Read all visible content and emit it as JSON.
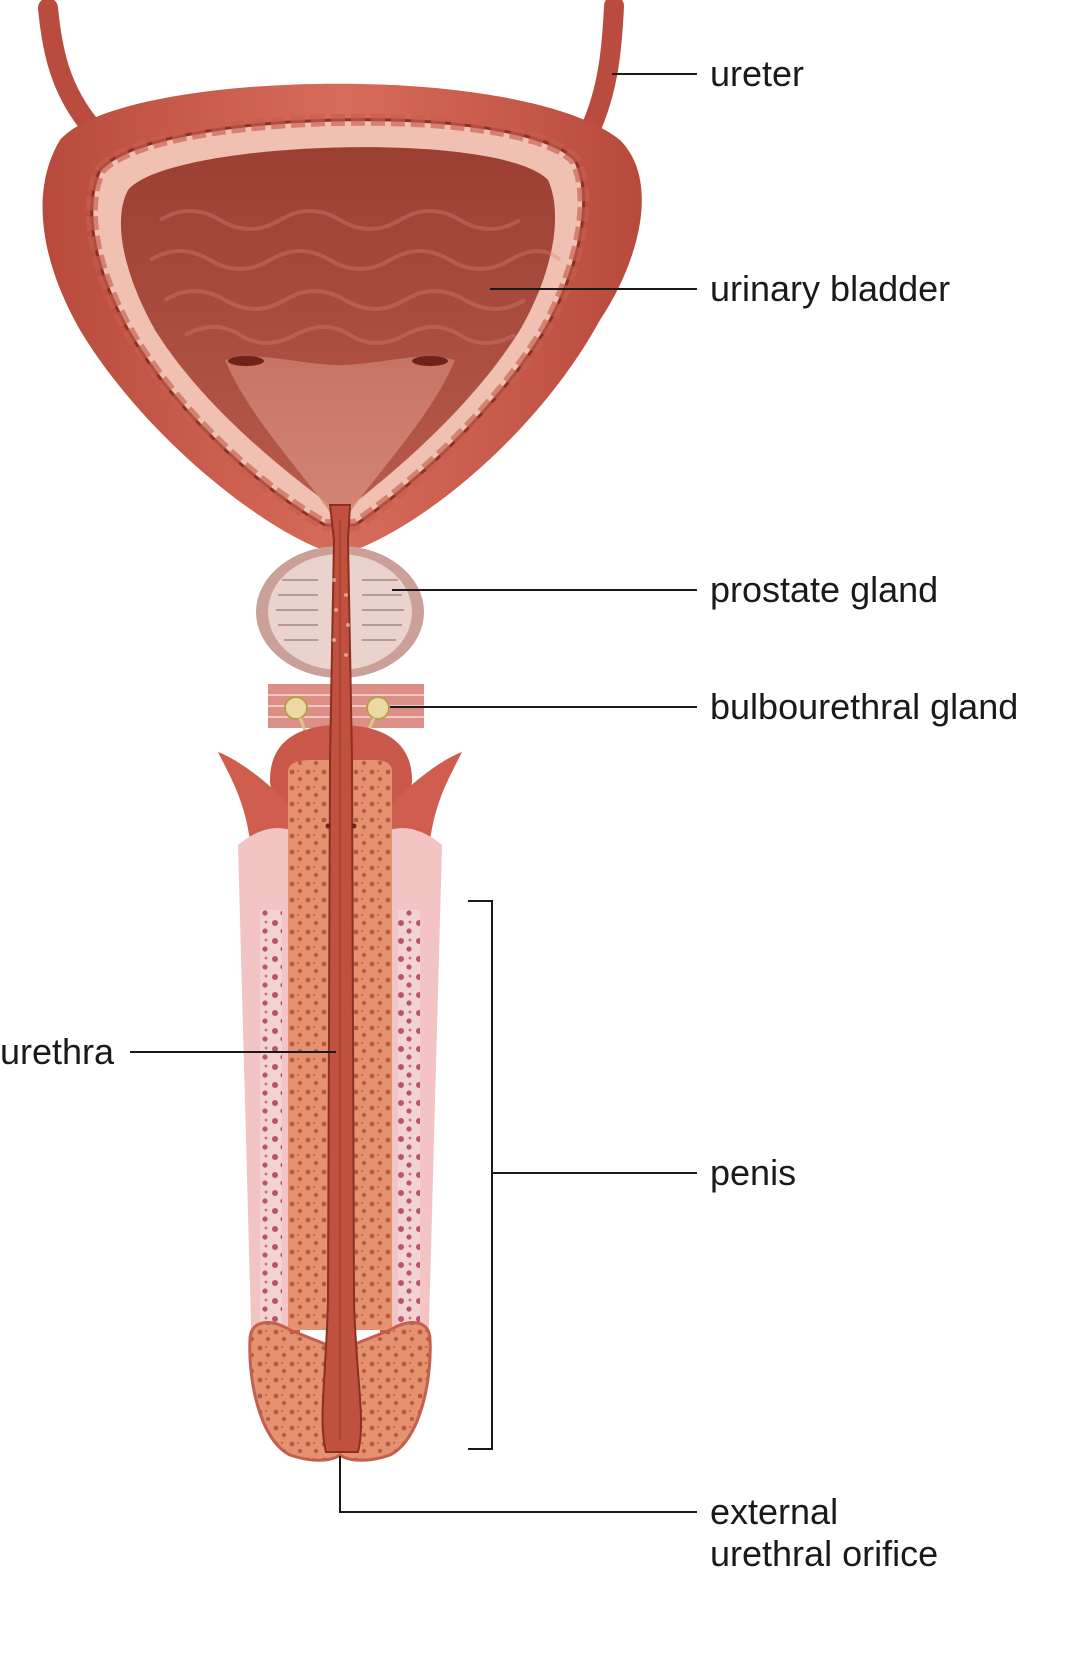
{
  "labels": {
    "ureter": "ureter",
    "urinary_bladder": "urinary bladder",
    "prostate_gland": "prostate gland",
    "bulbourethral_gland": "bulbourethral gland",
    "urethra": "urethra",
    "penis": "penis",
    "external_orifice_line1": "external",
    "external_orifice_line2": "urethral orifice"
  },
  "colors": {
    "muscle": "#c85a4a",
    "muscle_dark": "#9a3528",
    "lumen": "#a84a3c",
    "wall_pale": "#f1c7bb",
    "prostate": "#e8c6bb",
    "spongy": "#e08a68",
    "cavernosa": "#f6d6d6",
    "gland": "#e9d9a0"
  }
}
